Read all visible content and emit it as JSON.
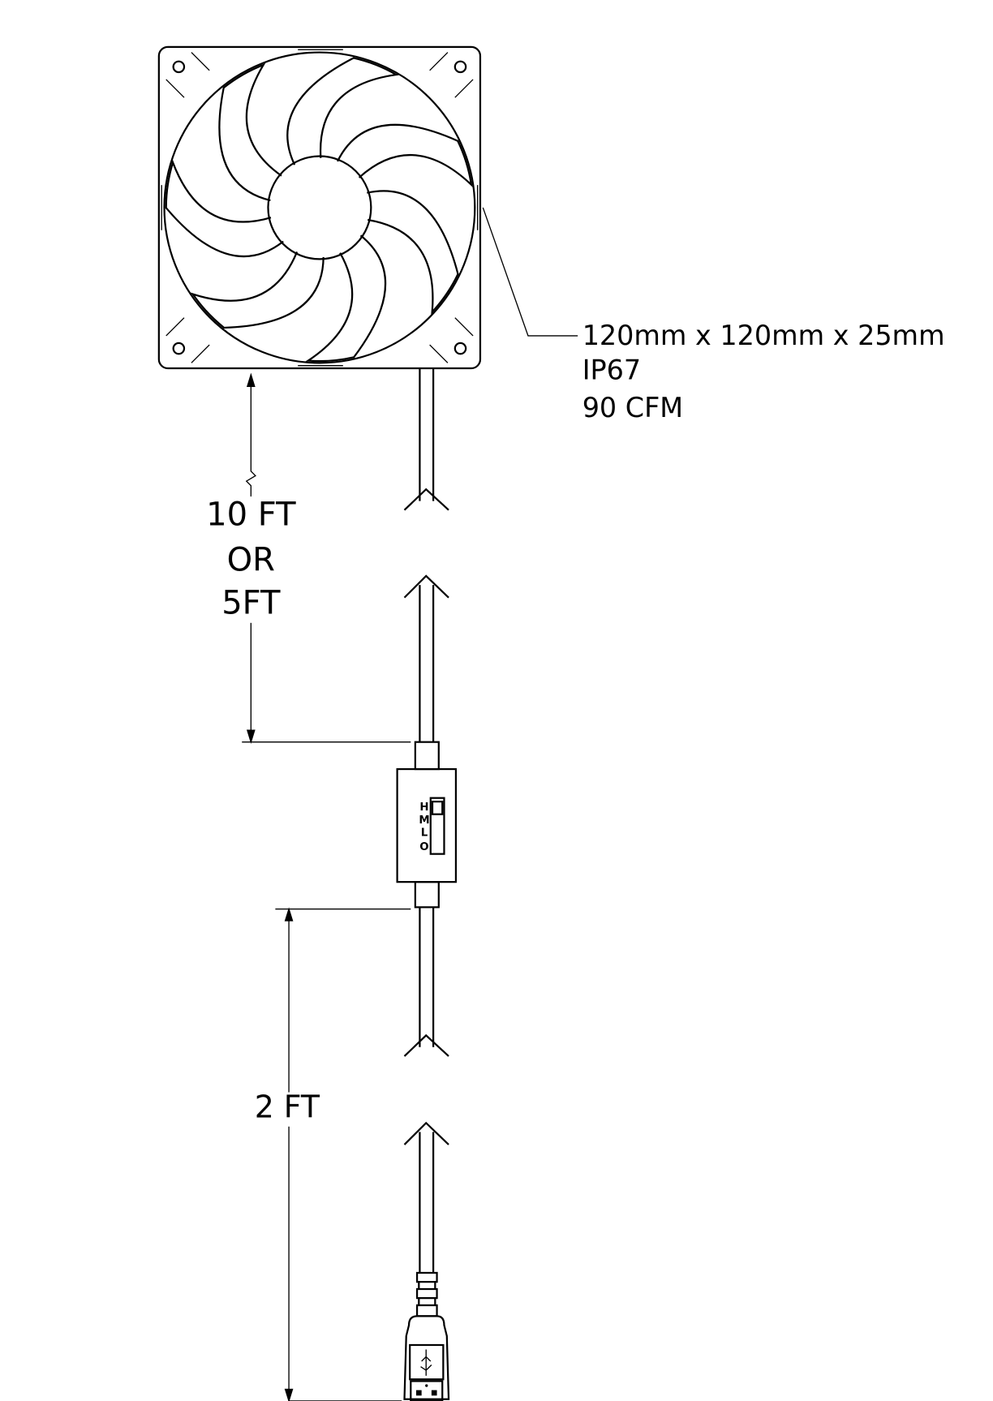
{
  "specs": {
    "dimensions": "120mm x 120mm x 25mm",
    "rating": "IP67",
    "airflow": "90 CFM"
  },
  "cable_length_1": {
    "line1": "10 FT",
    "line2": "OR",
    "line3": "5FT"
  },
  "cable_length_2": "2 FT",
  "switch": {
    "labels": [
      "H",
      "M",
      "L",
      "O"
    ]
  },
  "colors": {
    "ink": "#000000",
    "background": "#ffffff"
  }
}
